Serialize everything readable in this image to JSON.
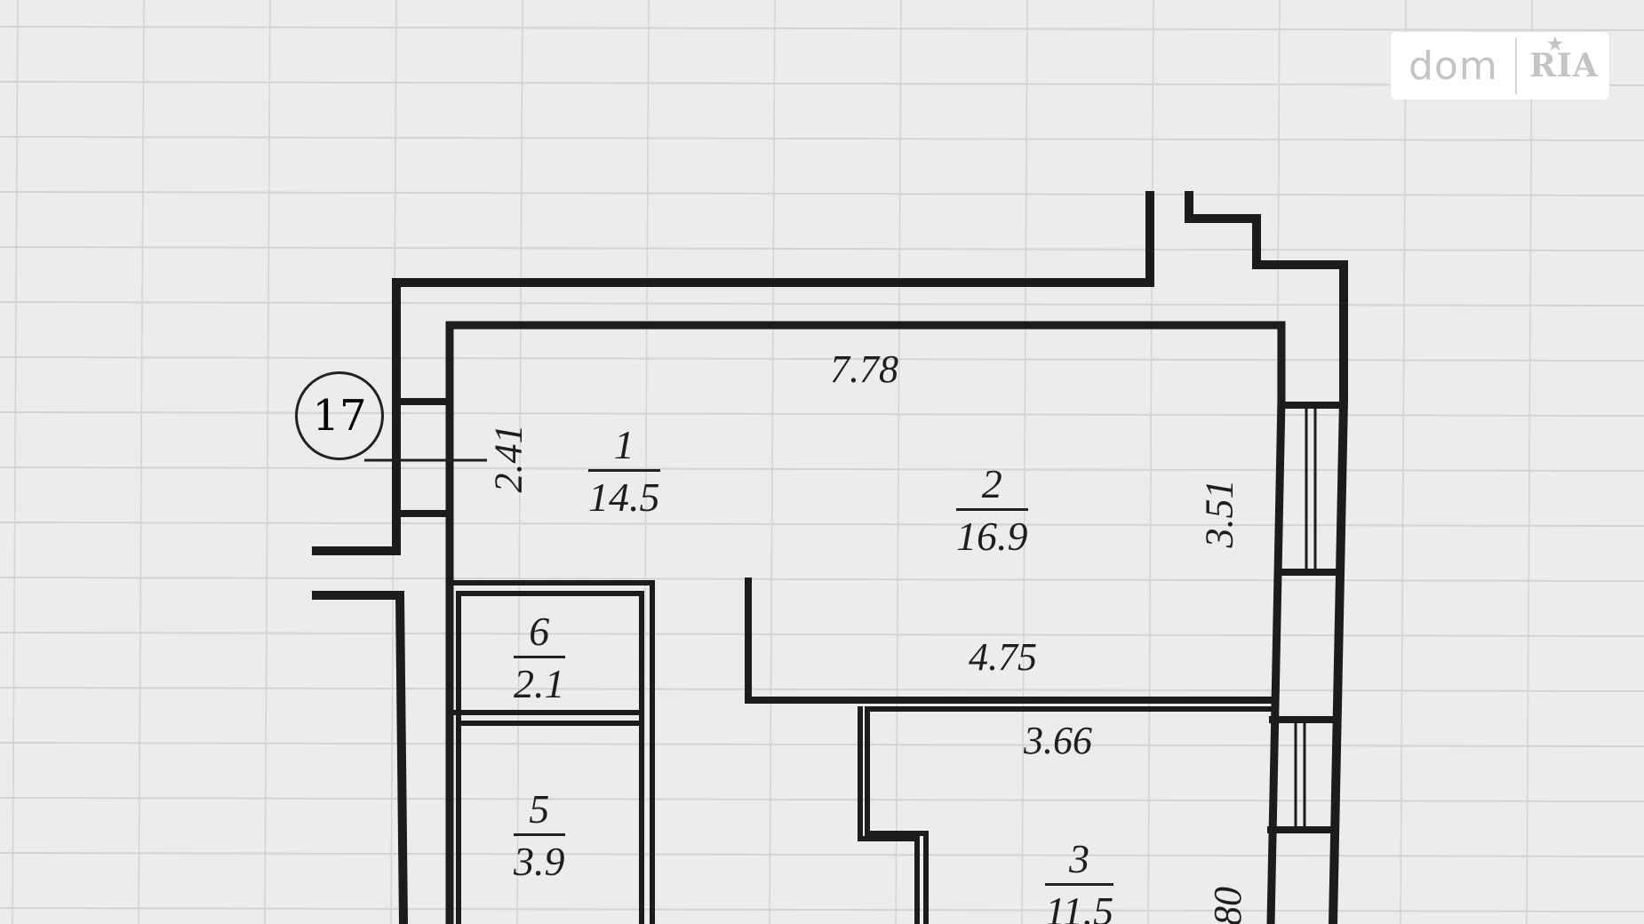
{
  "watermark": {
    "word": "dom",
    "brand": "RIA",
    "color": "#c4c4c4"
  },
  "plan": {
    "unit_marker": "17",
    "rooms": [
      {
        "number": "1",
        "area": "14.5"
      },
      {
        "number": "2",
        "area": "16.9"
      },
      {
        "number": "3",
        "area": "11.5"
      },
      {
        "number": "5",
        "area": "3.9"
      },
      {
        "number": "6",
        "area": "2.1"
      }
    ],
    "dimensions": {
      "top_width": "7.78",
      "left_height": "2.41",
      "right_height": "3.51",
      "room2_bottom": "4.75",
      "room3_top": "3.66",
      "room3_side_partial": "80"
    },
    "colors": {
      "wall": "#1c1c1c",
      "paper": "#ecedea",
      "grid": "#d2d4d0"
    }
  }
}
